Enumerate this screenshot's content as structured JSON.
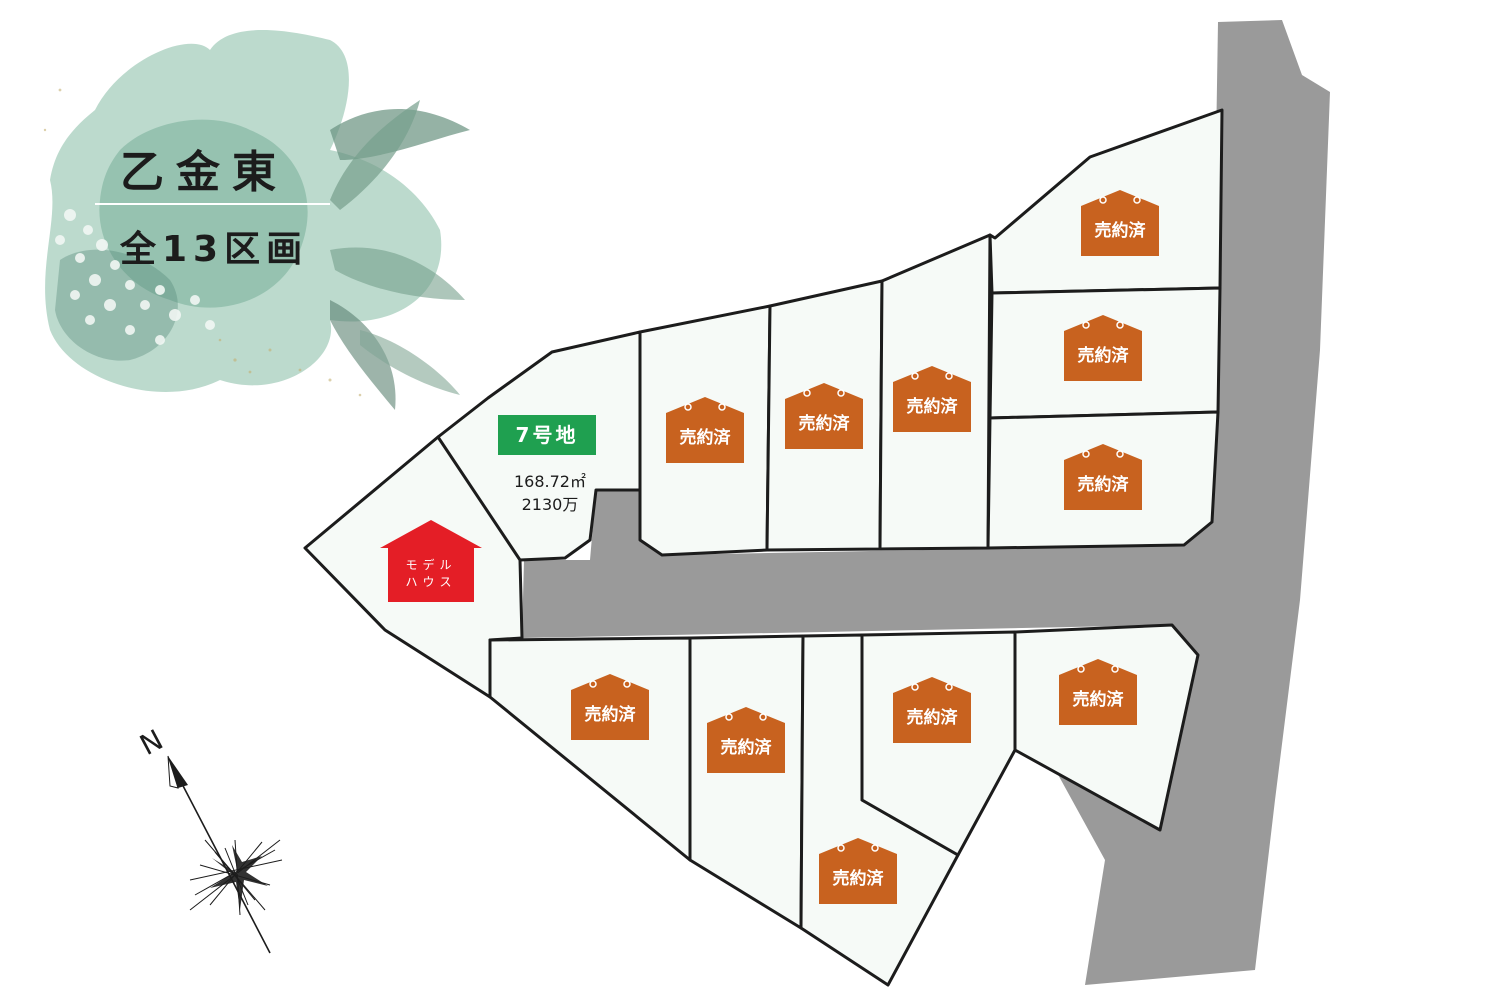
{
  "title": {
    "site_name": "乙金東",
    "lot_count": "全13区画"
  },
  "compass": {
    "north_label": "N"
  },
  "lot7": {
    "label": "7号地",
    "area": "168.72㎡",
    "price": "2130万"
  },
  "model_house": {
    "line1": "モデル",
    "line2": "ハウス",
    "color": "#e41e26"
  },
  "sold_status_label": "売約済",
  "lots": [
    {
      "id": "north-row-1",
      "status": "売約済"
    },
    {
      "id": "north-row-2",
      "status": "売約済"
    },
    {
      "id": "north-row-3",
      "status": "売約済"
    },
    {
      "id": "east-top",
      "status": "売約済"
    },
    {
      "id": "east-middle",
      "status": "売約済"
    },
    {
      "id": "east-bottom",
      "status": "売約済"
    },
    {
      "id": "south-row-1",
      "status": "売約済"
    },
    {
      "id": "south-row-2",
      "status": "売約済"
    },
    {
      "id": "south-row-3",
      "status": "売約済"
    },
    {
      "id": "south-row-4",
      "status": "売約済"
    },
    {
      "id": "south-row-5",
      "status": "売約済"
    }
  ],
  "colors": {
    "road": "#9a9a9a",
    "lot_fill": "#f6faf7",
    "lot_stroke": "#1c1c1c",
    "sold_badge": "#c8621f",
    "lot7_badge": "#1fa050",
    "decor_green": "#6fae94"
  }
}
